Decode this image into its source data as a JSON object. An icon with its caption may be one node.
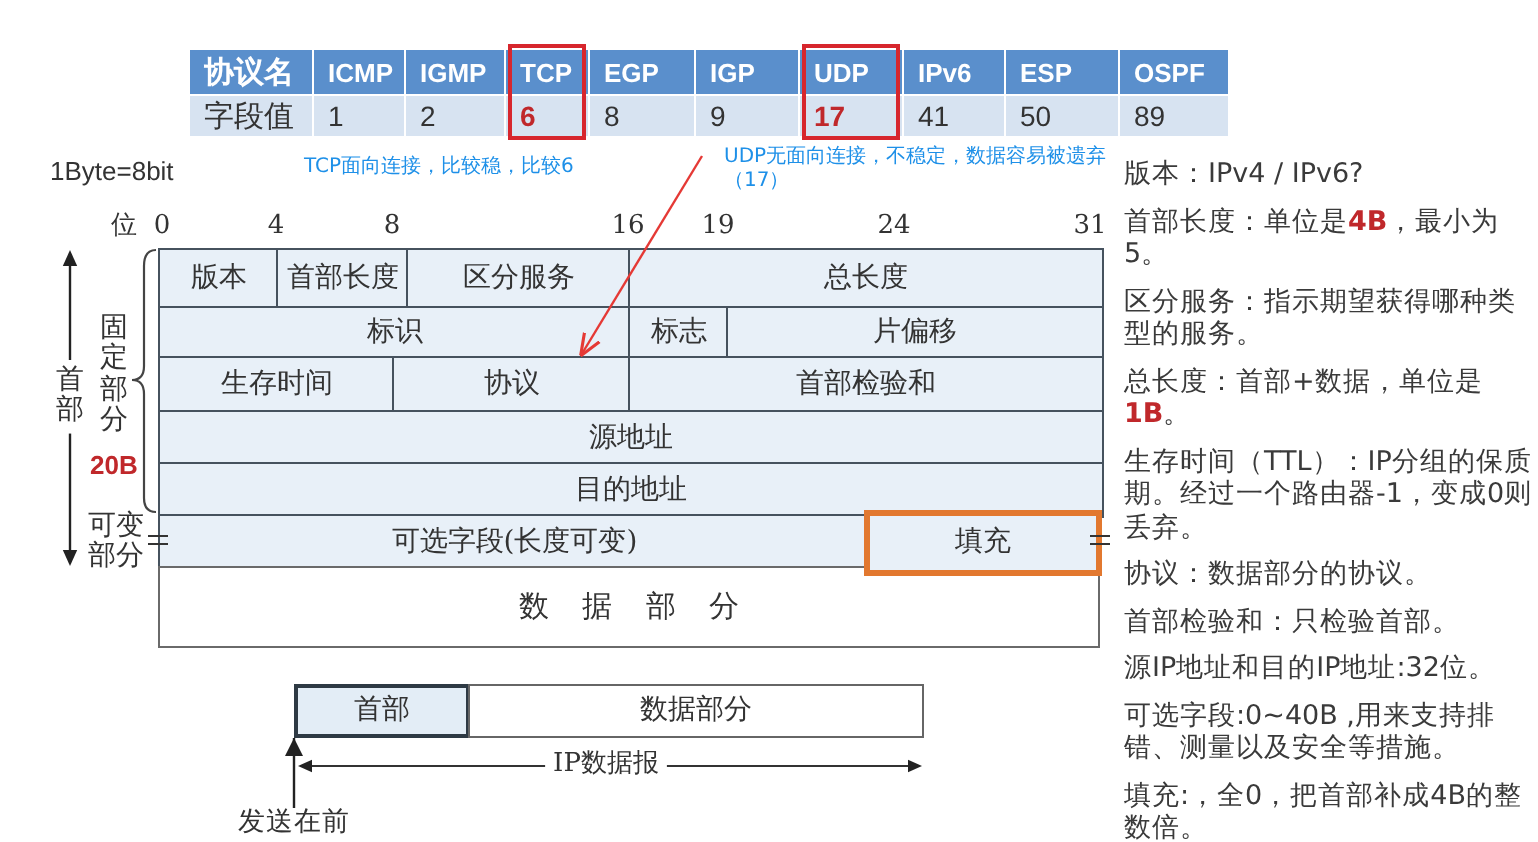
{
  "diagram": {
    "nodes": [
      {
        "text": [
          "版本"
        ]
      },
      {
        "text": [
          "首部长度"
        ]
      },
      {
        "text": [
          "区分服务"
        ]
      },
      {
        "text": [
          "总长度"
        ]
      },
      {
        "text": [
          "标识"
        ]
      },
      {
        "text": [
          "标志"
        ]
      },
      {
        "text": [
          "片偏移"
        ]
      },
      {
        "text": [
          "生存时间"
        ]
      },
      {
        "text": [
          "协议"
        ]
      },
      {
        "text": [
          "首部检验和"
        ]
      },
      {
        "text": [
          "源地址"
        ]
      },
      {
        "text": [
          "目的地址"
        ]
      },
      {
        "text": [
          "可选字段(长度可变)"
        ]
      },
      {
        "text": [
          "填充"
        ]
      },
      {
        "text": [
          "数 据 部 分"
        ]
      },
      {
        "text": [
          "首部"
        ]
      },
      {
        "text": [
          "数据部分"
        ]
      },
      {
        "text": [
          "发送在前"
        ]
      }
    ],
    "edges": [
      {
        "from": null,
        "to": 8,
        "arrow": "to",
        "color": "#e53935"
      },
      {
        "from": 17,
        "to": 15,
        "arrow": "to",
        "color": "#222222"
      }
    ],
    "labels": [
      "协议名",
      "ICMP",
      "IGMP",
      "TCP",
      "EGP",
      "IGP",
      "UDP",
      "IPv6",
      "ESP",
      "OSPF",
      "字段值",
      "1",
      "2",
      "6",
      "8",
      "9",
      "17",
      "41",
      "50",
      "89",
      "1Byte=8bit",
      "TCP面向连接，比较稳，比较6",
      "UDP无面向连接，不稳定，数据容易被遗弃（17）",
      "位",
      "0",
      "4",
      "8",
      "16",
      "19",
      "24",
      "31",
      "首部",
      "固定部分",
      "20B",
      "可变部分",
      "IP数据报",
      "版本：IPv4 / IPv6?",
      "首部长度：单位是**4B**，最小为5。",
      "区分服务：指示期望获得哪种类型的服务。",
      "总长度：首部+数据，单位是**1B**。",
      "生存时间（TTL）：IP分组的保质期。经过一个路由器-1，变成0则丢弃。",
      "协议：数据部分的协议。",
      "首部检验和：只检验首部。",
      "源IP地址和目的IP地址:32位。",
      "可选字段:0~40B ,用来支持排错、测量以及安全等措施。",
      "填充:，全0，把首部补成4B的整数倍。"
    ]
  }
}
